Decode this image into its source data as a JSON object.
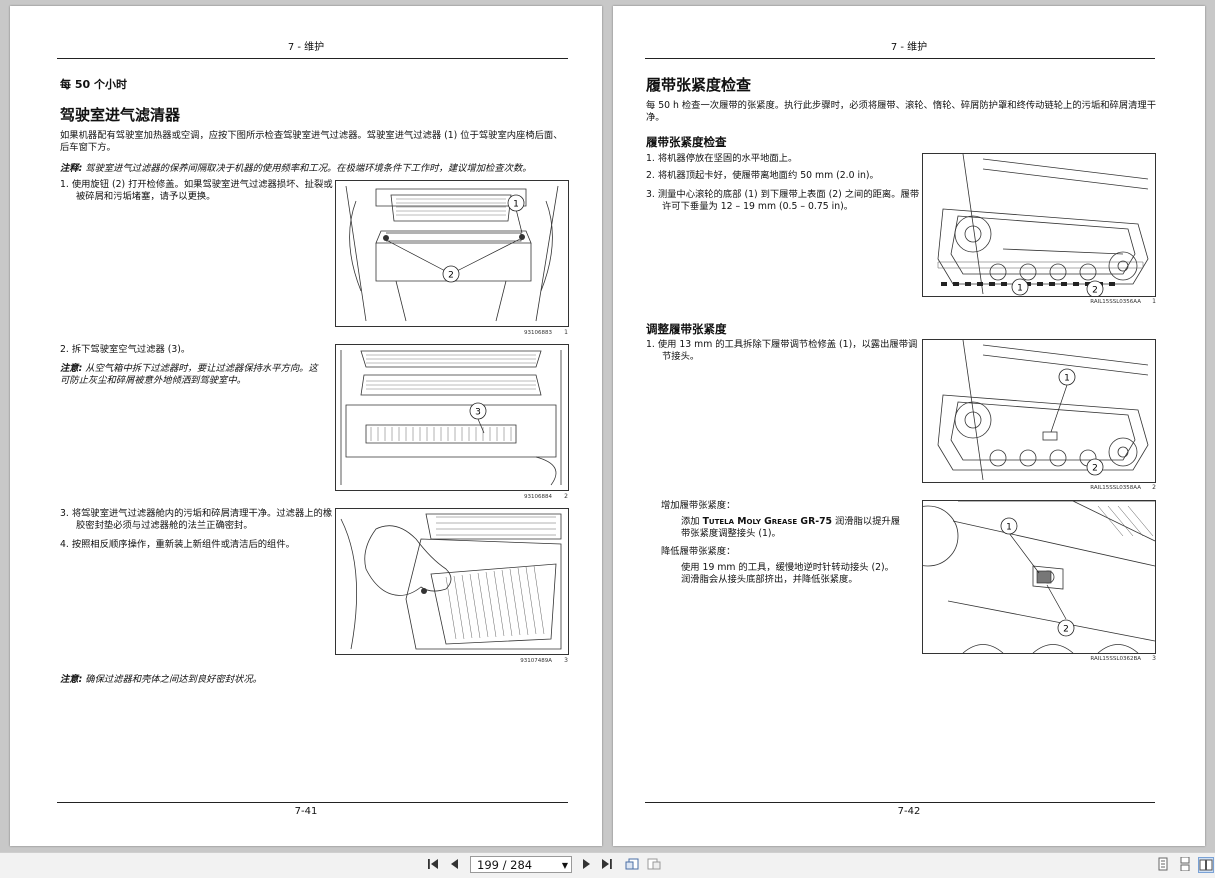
{
  "left_page": {
    "header": "7 - 维护",
    "interval": "每 50 个小时",
    "title": "驾驶室进气滤清器",
    "intro": "如果机器配有驾驶室加热器或空调，应按下图所示检查驾驶室进气过滤器。驾驶室进气过滤器 (1) 位于驾驶室内座椅后面、后车窗下方。",
    "note1_label": "注释:",
    "note1_text": "驾驶室进气过滤器的保养间隔取决于机器的使用频率和工况。在极端环境条件下工作时，建议增加检查次数。",
    "step1": "1.   使用旋钮 (2) 打开检修盖。如果驾驶室进气过滤器损坏、扯裂或被碎屑和污垢堵塞，请予以更换。",
    "step2": "2.   拆下驾驶室空气过滤器 (3)。",
    "note2_label": "注意:",
    "note2_text": "从空气箱中拆下过滤器时，要让过滤器保持水平方向。这可防止灰尘和碎屑被意外地倾洒到驾驶室中。",
    "step3": "3.   将驾驶室进气过滤器舱内的污垢和碎屑清理干净。过滤器上的橡胶密封垫必须与过滤器舱的法兰正确密封。",
    "step4": "4.   按照相反顺序操作，重新装上新组件或清洁后的组件。",
    "note3_label": "注意:",
    "note3_text": "确保过滤器和壳体之间达到良好密封状况。",
    "fig1_caption": "93106883",
    "fig1_num": "1",
    "fig2_caption": "93106884",
    "fig2_num": "2",
    "fig3_caption": "93107489A",
    "fig3_num": "3",
    "callout_1": "1",
    "callout_2": "2",
    "callout_3": "3",
    "footer": "7-41"
  },
  "right_page": {
    "header": "7 - 维护",
    "title": "履带张紧度检查",
    "intro": "每 50 h 检查一次履带的张紧度。执行此步骤时，必须将履带、滚轮、惰轮、碎屑防护罩和终传动链轮上的污垢和碎屑清理干净。",
    "sub1": "履带张紧度检查",
    "step1": "1.   将机器停放在坚固的水平地面上。",
    "step2": "2.   将机器顶起卡好，使履带离地面约 50 mm (2.0 in)。",
    "step3": "3.   测量中心滚轮的底部 (1) 到下履带上表面 (2) 之间的距离。履带许可下垂量为 12 – 19 mm (0.5 – 0.75 in)。",
    "sub2": "调整履带张紧度",
    "adj_step1": "1.   使用 13 mm 的工具拆除下履带调节检修盖 (1)，以露出履带调节接头。",
    "inc_label": "增加履带张紧度：",
    "inc_text_pre": "添加",
    "inc_brand": "Tutela Moly Grease GR-75",
    "inc_text_post": "润滑脂以提升履带张紧度调整接头 (1)。",
    "dec_label": "降低履带张紧度：",
    "dec_text": "使用 19 mm 的工具，缓慢地逆时针转动接头 (2)。润滑脂会从接头底部挤出，并降低张紧度。",
    "fig1_caption": "RAIL15SSL0356AA",
    "fig1_num": "1",
    "fig2_caption": "RAIL15SSL0358AA",
    "fig2_num": "2",
    "fig3_caption": "RAIL15SSL0362BA",
    "fig3_num": "3",
    "callout_1": "1",
    "callout_2": "2",
    "footer": "7-42"
  },
  "toolbar": {
    "page_indicator": "199 / 284",
    "first_icon": "first-page-icon",
    "prev_icon": "prev-page-icon",
    "next_icon": "next-page-icon",
    "last_icon": "last-page-icon"
  }
}
